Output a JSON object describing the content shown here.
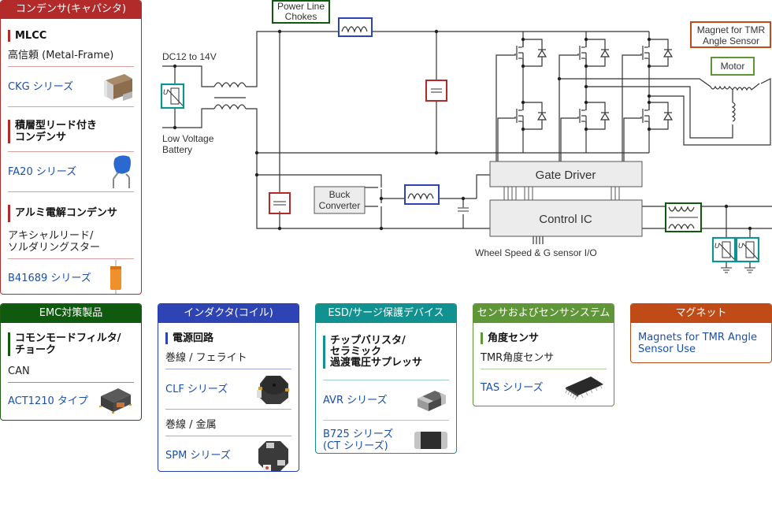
{
  "cards": {
    "capacitor": {
      "header": "コンデンサ(キャパシタ)",
      "color": "#b22a2a",
      "sections": [
        {
          "subhead": "MLCC",
          "desc": "高信頼 (Metal-Frame)",
          "product": "CKG シリーズ",
          "product_icon": "mlcc-metal-frame-chip-image"
        },
        {
          "subhead": "積層型リード付き\nコンデンサ",
          "product": "FA20 シリーズ",
          "product_icon": "leaded-capacitor-image"
        },
        {
          "subhead": "アルミ電解コンデンサ",
          "desc": "アキシャルリード/\nソルダリングスター",
          "product": "B41689 シリーズ",
          "product_icon": "axial-electrolytic-capacitor-image"
        }
      ]
    },
    "emc": {
      "header": "EMC対策製品",
      "color": "#0f5a0f",
      "subhead": "コモンモードフィルタ/\nチョーク",
      "desc": "CAN",
      "product": "ACT1210 タイプ",
      "product_icon": "common-mode-choke-image"
    },
    "inductor": {
      "header": "インダクタ(コイル)",
      "color": "#2e44b4",
      "subhead": "電源回路",
      "items": [
        {
          "desc": "巻線 / フェライト",
          "product": "CLF シリーズ",
          "product_icon": "clf-inductor-image"
        },
        {
          "desc": "巻線 / 金属",
          "product": "SPM シリーズ",
          "product_icon": "spm-inductor-image"
        }
      ]
    },
    "esd": {
      "header": "ESD/サージ保護デバイス",
      "color": "#11918f",
      "subhead": "チップバリスタ/\nセラミック\n過渡電圧サプレッサ",
      "items": [
        {
          "product": "AVR シリーズ",
          "product_icon": "chip-varistor-image"
        },
        {
          "product": "B725 シリーズ\n(CT シリーズ)",
          "product_icon": "ct-varistor-image"
        }
      ]
    },
    "sensor": {
      "header": "センサおよびセンサシステム",
      "color": "#5f9637",
      "subhead": "角度センサ",
      "desc": "TMR角度センサ",
      "product": "TAS シリーズ",
      "product_icon": "tmr-sensor-ic-image"
    },
    "magnet": {
      "header": "マグネット",
      "color": "#c04b17",
      "product": "Magnets for TMR Angle\nSensor Use"
    }
  },
  "diagram": {
    "labels": {
      "power_line_chokes": "Power Line\nChokes",
      "dc_input": "DC12 to 14V",
      "battery": "Low Voltage\nBattery",
      "buck_converter": "Buck\nConverter",
      "gate_driver": "Gate Driver",
      "control_ic": "Control IC",
      "io_label": "Wheel Speed & G sensor I/O",
      "magnet_label": "Magnet for TMR\nAngle Sensor",
      "motor_label": "Motor"
    },
    "highlight_colors": {
      "capacitor": "#b22a2a",
      "emc": "#0f5a0f",
      "inductor": "#2e44b4",
      "esd": "#11918f",
      "sensor": "#5f9637",
      "magnet": "#c04b17"
    }
  }
}
